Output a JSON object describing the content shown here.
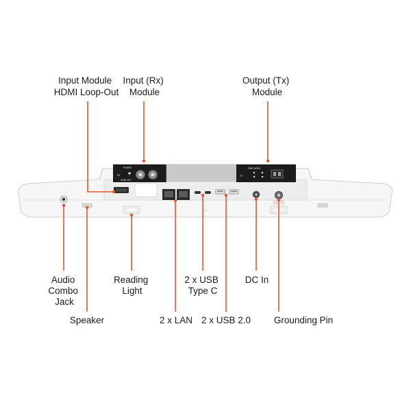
{
  "callouts": {
    "input_hdmi_loopout": [
      "Input Module",
      "HDMI Loop-Out"
    ],
    "input_rx": [
      "Input (Rx)",
      "Module"
    ],
    "output_tx": [
      "Output (Tx)",
      "Module"
    ],
    "audio_combo_jack": [
      "Audio",
      "Combo",
      "Jack"
    ],
    "speaker": [
      "Speaker"
    ],
    "reading_light": [
      "Reading",
      "Light"
    ],
    "lan": [
      "2 x LAN"
    ],
    "usb_c": [
      "2 x USB",
      "Type C"
    ],
    "usb2": [
      "2 x USB 2.0"
    ],
    "dc_in": [
      "DC In"
    ],
    "grounding_pin": [
      "Grounding Pin"
    ]
  },
  "module_text": {
    "pwr_video": "PWR VIDEO",
    "power": "POWER",
    "hdmi_out": "HDMI OUT",
    "rx": "RX",
    "tx": "TX"
  },
  "colors": {
    "accent": "#e8542f",
    "panel_dark": "#1c1c1c",
    "chassis": "#f6f6f6",
    "outline": "#cfcfcf"
  }
}
